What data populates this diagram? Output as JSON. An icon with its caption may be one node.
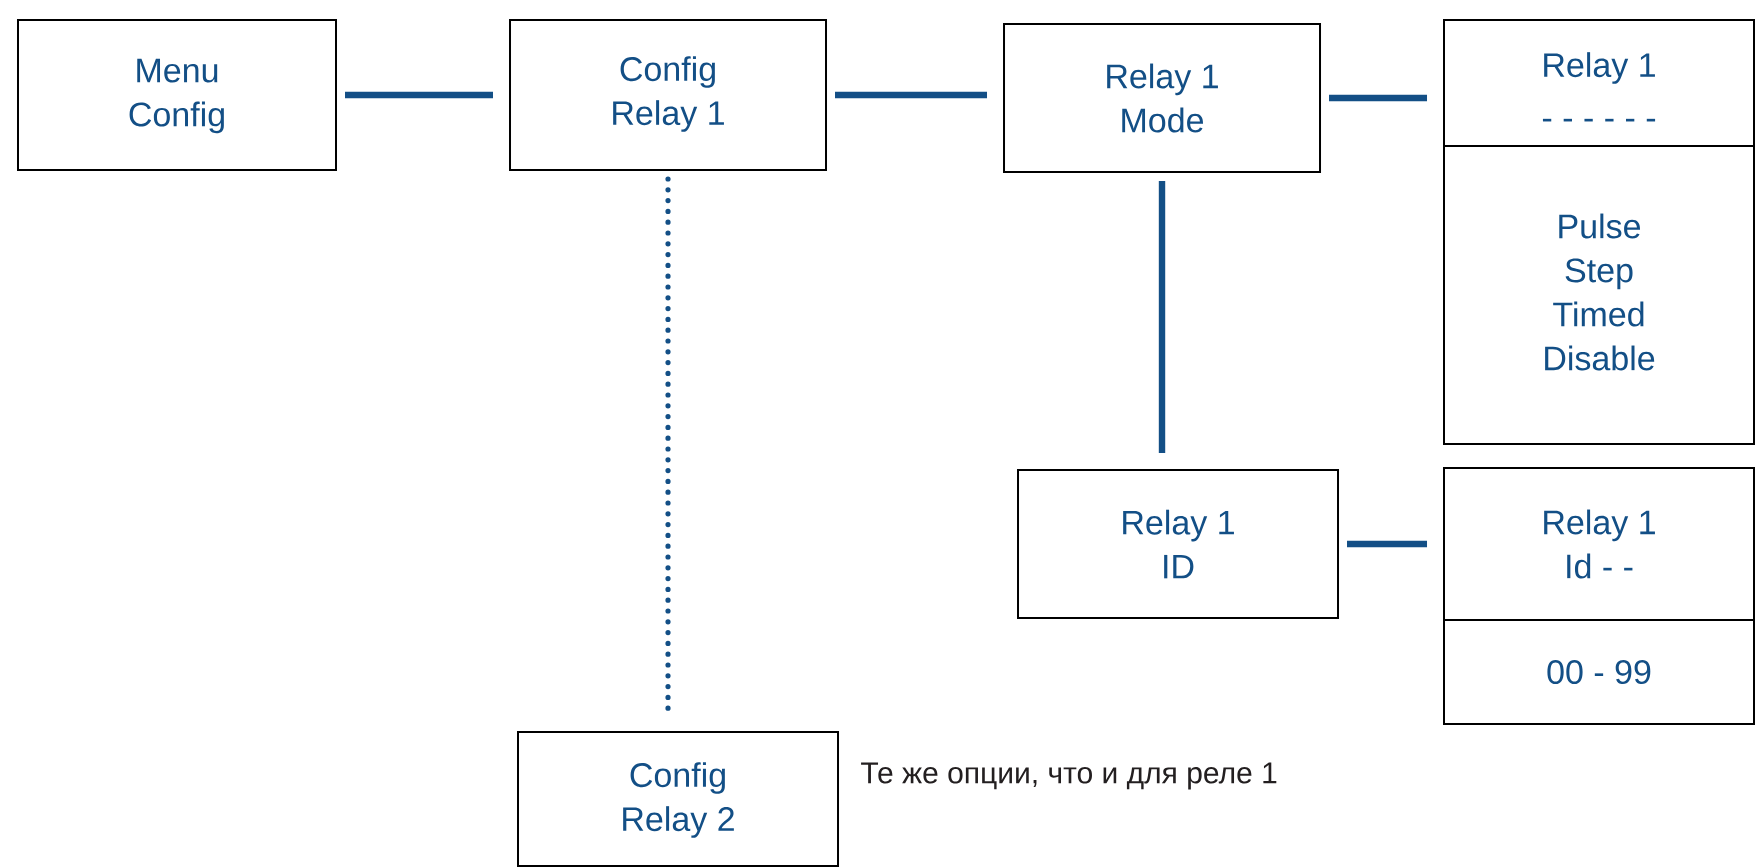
{
  "diagram": {
    "nodes": [
      {
        "text": [
          "Menu Config"
        ]
      },
      {
        "text": [
          "Config Relay 1"
        ]
      },
      {
        "text": [
          "Relay 1 Mode"
        ]
      },
      {
        "text": [
          "Relay 1",
          "- - - - - -",
          "Pulse Step Timed Disable"
        ]
      },
      {
        "text": [
          "Relay 1 ID"
        ]
      },
      {
        "text": [
          "Relay 1 Id - -",
          "00 - 99"
        ]
      },
      {
        "text": [
          "Config Relay 2"
        ],
        "beside": [
          "Те же опции, что и для реле 1"
        ]
      }
    ],
    "edges": [
      {
        "from": 0,
        "to": 1,
        "arrow": "none"
      },
      {
        "from": 1,
        "to": 2,
        "arrow": "none"
      },
      {
        "from": 2,
        "to": 3,
        "arrow": "none"
      },
      {
        "from": 2,
        "to": 4,
        "arrow": "none"
      },
      {
        "from": 4,
        "to": 5,
        "arrow": "none"
      },
      {
        "from": 1,
        "to": 6,
        "arrow": "none",
        "style": "dashed"
      }
    ]
  }
}
